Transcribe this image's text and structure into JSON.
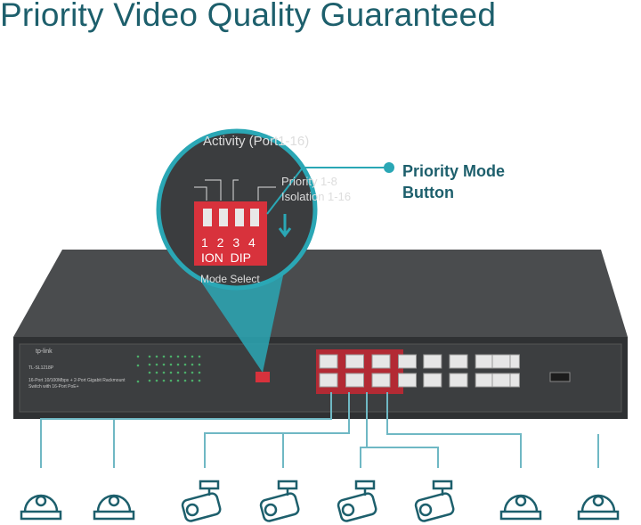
{
  "title": "Priority Video Quality Guaranteed",
  "callout": {
    "line1": "Priority Mode",
    "line2": "Button"
  },
  "magnifier": {
    "activity": "Activity (Port1-16)",
    "priority": "Priority 1-8",
    "isolation": "Isolation 1-16",
    "dip_numbers": "1 2 3 4",
    "dip_text": "ION  DIP",
    "mode_select": "Mode Select"
  },
  "switch": {
    "brand": "tp-link",
    "model": "TL-SL1218P",
    "description": "16-Port 10/100Mbps + 2-Port Gigabit Rackmount Switch with 16-Port PoE+"
  },
  "colors": {
    "accent": "#1d5f6c",
    "callout": "#2aa7b5",
    "dip": "#d8323c",
    "body": "#3a3c3e"
  },
  "cameras": [
    "dome",
    "dome",
    "bullet",
    "bullet",
    "bullet",
    "bullet",
    "dome",
    "dome"
  ]
}
